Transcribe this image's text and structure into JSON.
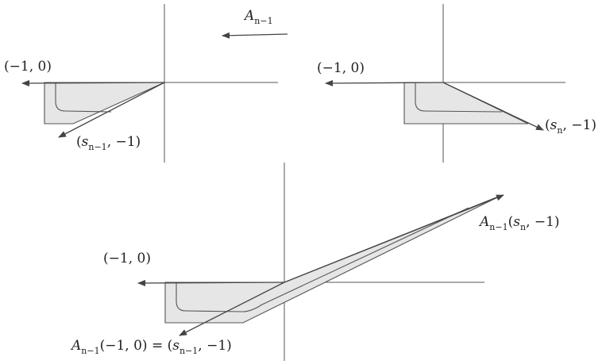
{
  "map_arrow_label": "A_{n-1}",
  "panel_a": {
    "label_x": "(-1, 0)",
    "label_v": "(s_{n-1}, -1)"
  },
  "panel_b": {
    "label_x": "(-1, 0)",
    "label_v": "(s_n, -1)"
  },
  "panel_c": {
    "label_x": "(-1, 0)",
    "label_top": "A_{n-1}(s_n, -1)",
    "label_bottom": "A_{n-1}(-1, 0) = (s_{n-1}, -1)"
  },
  "colors": {
    "region_fill": "#e6e6e6",
    "stroke": "#444444"
  }
}
